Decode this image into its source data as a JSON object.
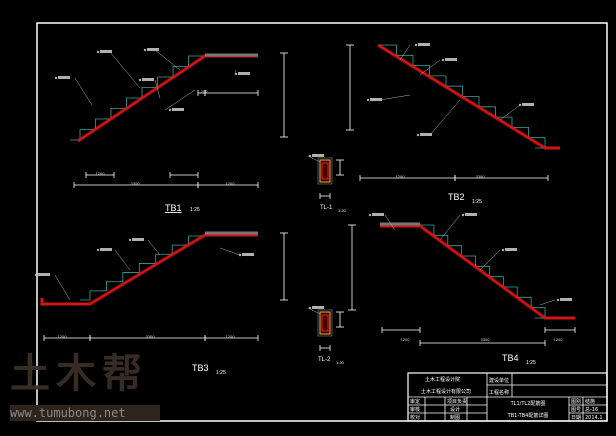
{
  "drawings": [
    {
      "id": "TB1",
      "label": "TB1",
      "scale": "1:25",
      "dims": [
        "1200",
        "3300",
        "250",
        "1200"
      ]
    },
    {
      "id": "TB2",
      "label": "TB2",
      "scale": "1:25",
      "dims": [
        "3300",
        "1200"
      ]
    },
    {
      "id": "TB3",
      "label": "TB3",
      "scale": "1:25",
      "dims": [
        "1200",
        "3300",
        "1200"
      ]
    },
    {
      "id": "TB4",
      "label": "TB4",
      "scale": "1:25",
      "dims": [
        "1200",
        "3300",
        "1200"
      ]
    }
  ],
  "beams": [
    {
      "id": "TL-1",
      "label": "TL-1",
      "scale": "1:20"
    },
    {
      "id": "TL-2",
      "label": "TL-2",
      "scale": "1:20"
    }
  ],
  "title_block": {
    "company": "土木工程设计院",
    "company_sub": "土木工程设计有限公司",
    "client_label": "建设单位",
    "project_label": "工程名称",
    "rows": [
      [
        "审定",
        "项目负责"
      ],
      [
        "审核",
        "设计"
      ],
      [
        "校对",
        "制图"
      ]
    ],
    "drawing_title_1": "TL1/TL2配筋图",
    "drawing_title_2": "TB1-TB4配筋详图",
    "meta": [
      [
        "图别",
        "结施"
      ],
      [
        "图号",
        "总-16"
      ],
      [
        "日期",
        "2014.1"
      ]
    ]
  },
  "watermark": {
    "logo": "土木帮",
    "url": "www.tumubong.net"
  },
  "colors": {
    "frame": "#ffffff",
    "step": "#2fa7a0",
    "slab": "#e01010",
    "dim": "#ffffff",
    "leader": "#b0b0b0"
  }
}
